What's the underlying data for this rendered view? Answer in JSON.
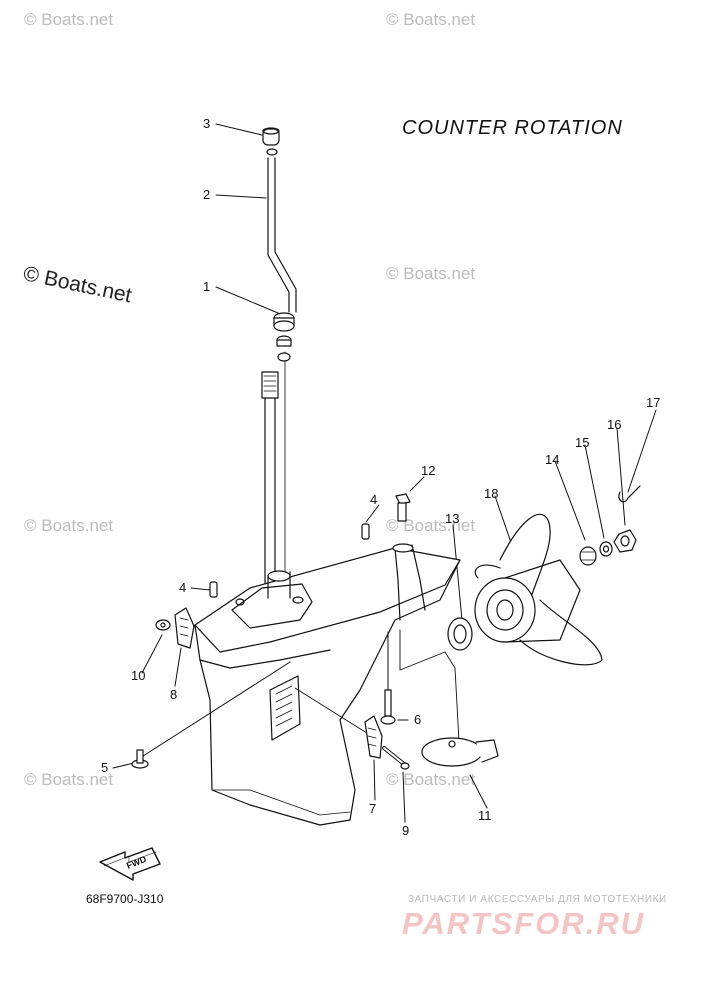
{
  "diagram": {
    "title": "COUNTER  ROTATION",
    "part_code": "68F9700-J310",
    "fwd_label": "FWD",
    "watermark_main": "© Boats.net",
    "watermark_faint": "© Boats.net",
    "ads_top": "ЗАПЧАСТИ И АКСЕССУАРЫ ДЛЯ МОТОТЕХНИКИ",
    "ads_logo": "PARTSFOR.RU",
    "callouts": [
      "1",
      "2",
      "3",
      "4",
      "4",
      "5",
      "6",
      "7",
      "8",
      "9",
      "10",
      "11",
      "12",
      "13",
      "14",
      "15",
      "16",
      "17",
      "18"
    ]
  }
}
